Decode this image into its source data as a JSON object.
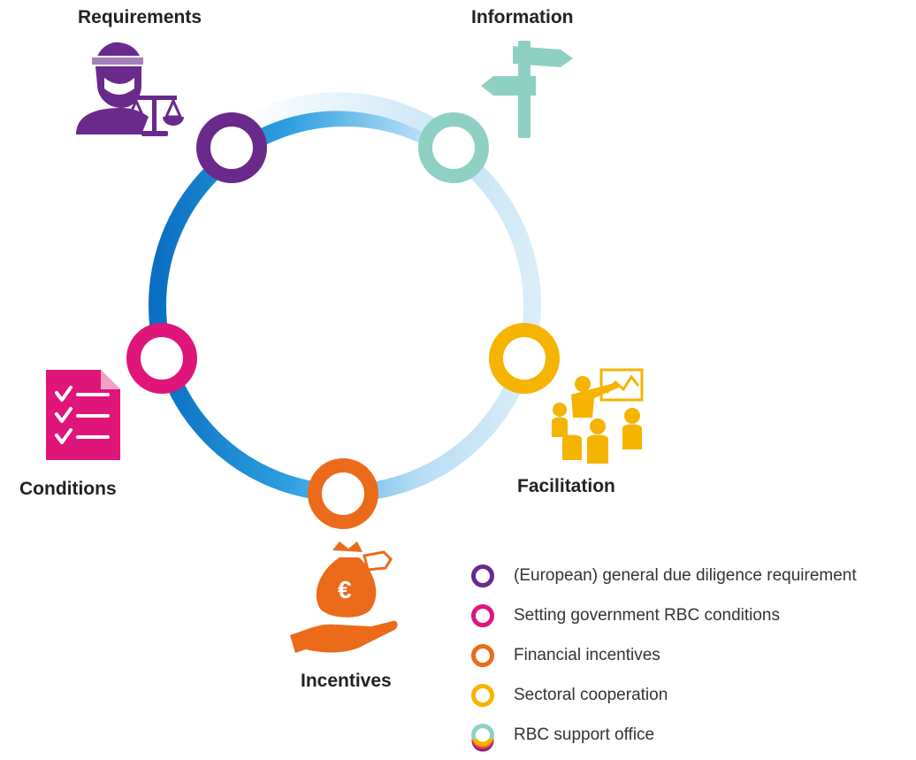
{
  "diagram": {
    "nodes": [
      {
        "id": "requirements",
        "label": "Requirements",
        "color": "#6a2a8c",
        "icon": "blindfolded-justice-with-scales-icon"
      },
      {
        "id": "information",
        "label": "Information",
        "color": "#8fd0c4",
        "icon": "signpost-icon"
      },
      {
        "id": "facilitation",
        "label": "Facilitation",
        "color": "#f5b400",
        "icon": "group-presentation-icon"
      },
      {
        "id": "incentives",
        "label": "Incentives",
        "color": "#ec6b1a",
        "icon": "money-bag-euro-hand-icon"
      },
      {
        "id": "conditions",
        "label": "Conditions",
        "color": "#e0157a",
        "icon": "checklist-document-icon"
      }
    ],
    "ring_colors": {
      "dark_blue": "#0a6fc2",
      "light_blue": "#cfe9f8"
    }
  },
  "legend": [
    {
      "text": "(European) general due diligence requirement",
      "color": "#6a2a8c"
    },
    {
      "text": "Setting government RBC conditions",
      "color": "#e0157a"
    },
    {
      "text": "Financial incentives",
      "color": "#ec6b1a"
    },
    {
      "text": "Sectoral cooperation",
      "color": "#f5b400"
    },
    {
      "text": "RBC support office",
      "color": "#8fd0c4"
    }
  ]
}
